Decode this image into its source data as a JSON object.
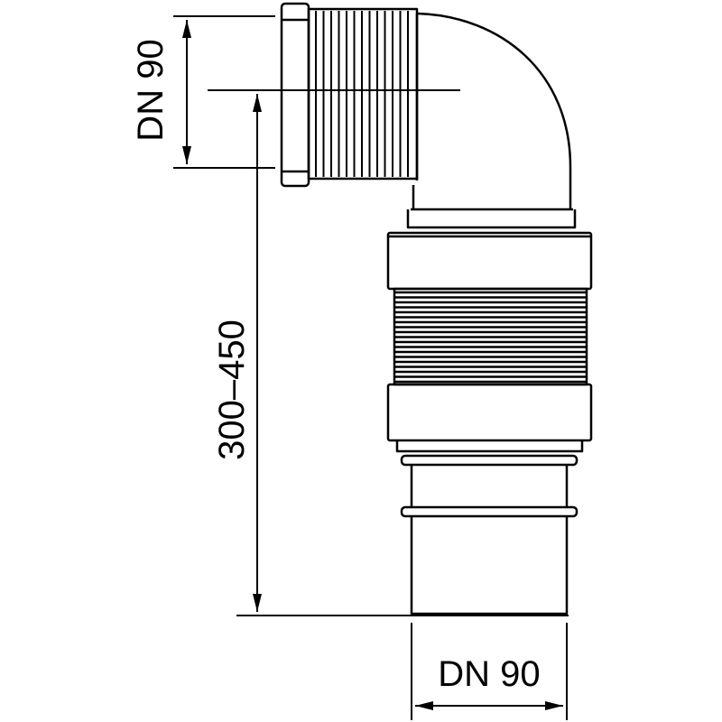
{
  "dimensions": {
    "top_label": "DN 90",
    "height_label": "300–450",
    "bottom_label": "DN 90"
  },
  "colors": {
    "line": "#000000",
    "background": "#ffffff"
  }
}
